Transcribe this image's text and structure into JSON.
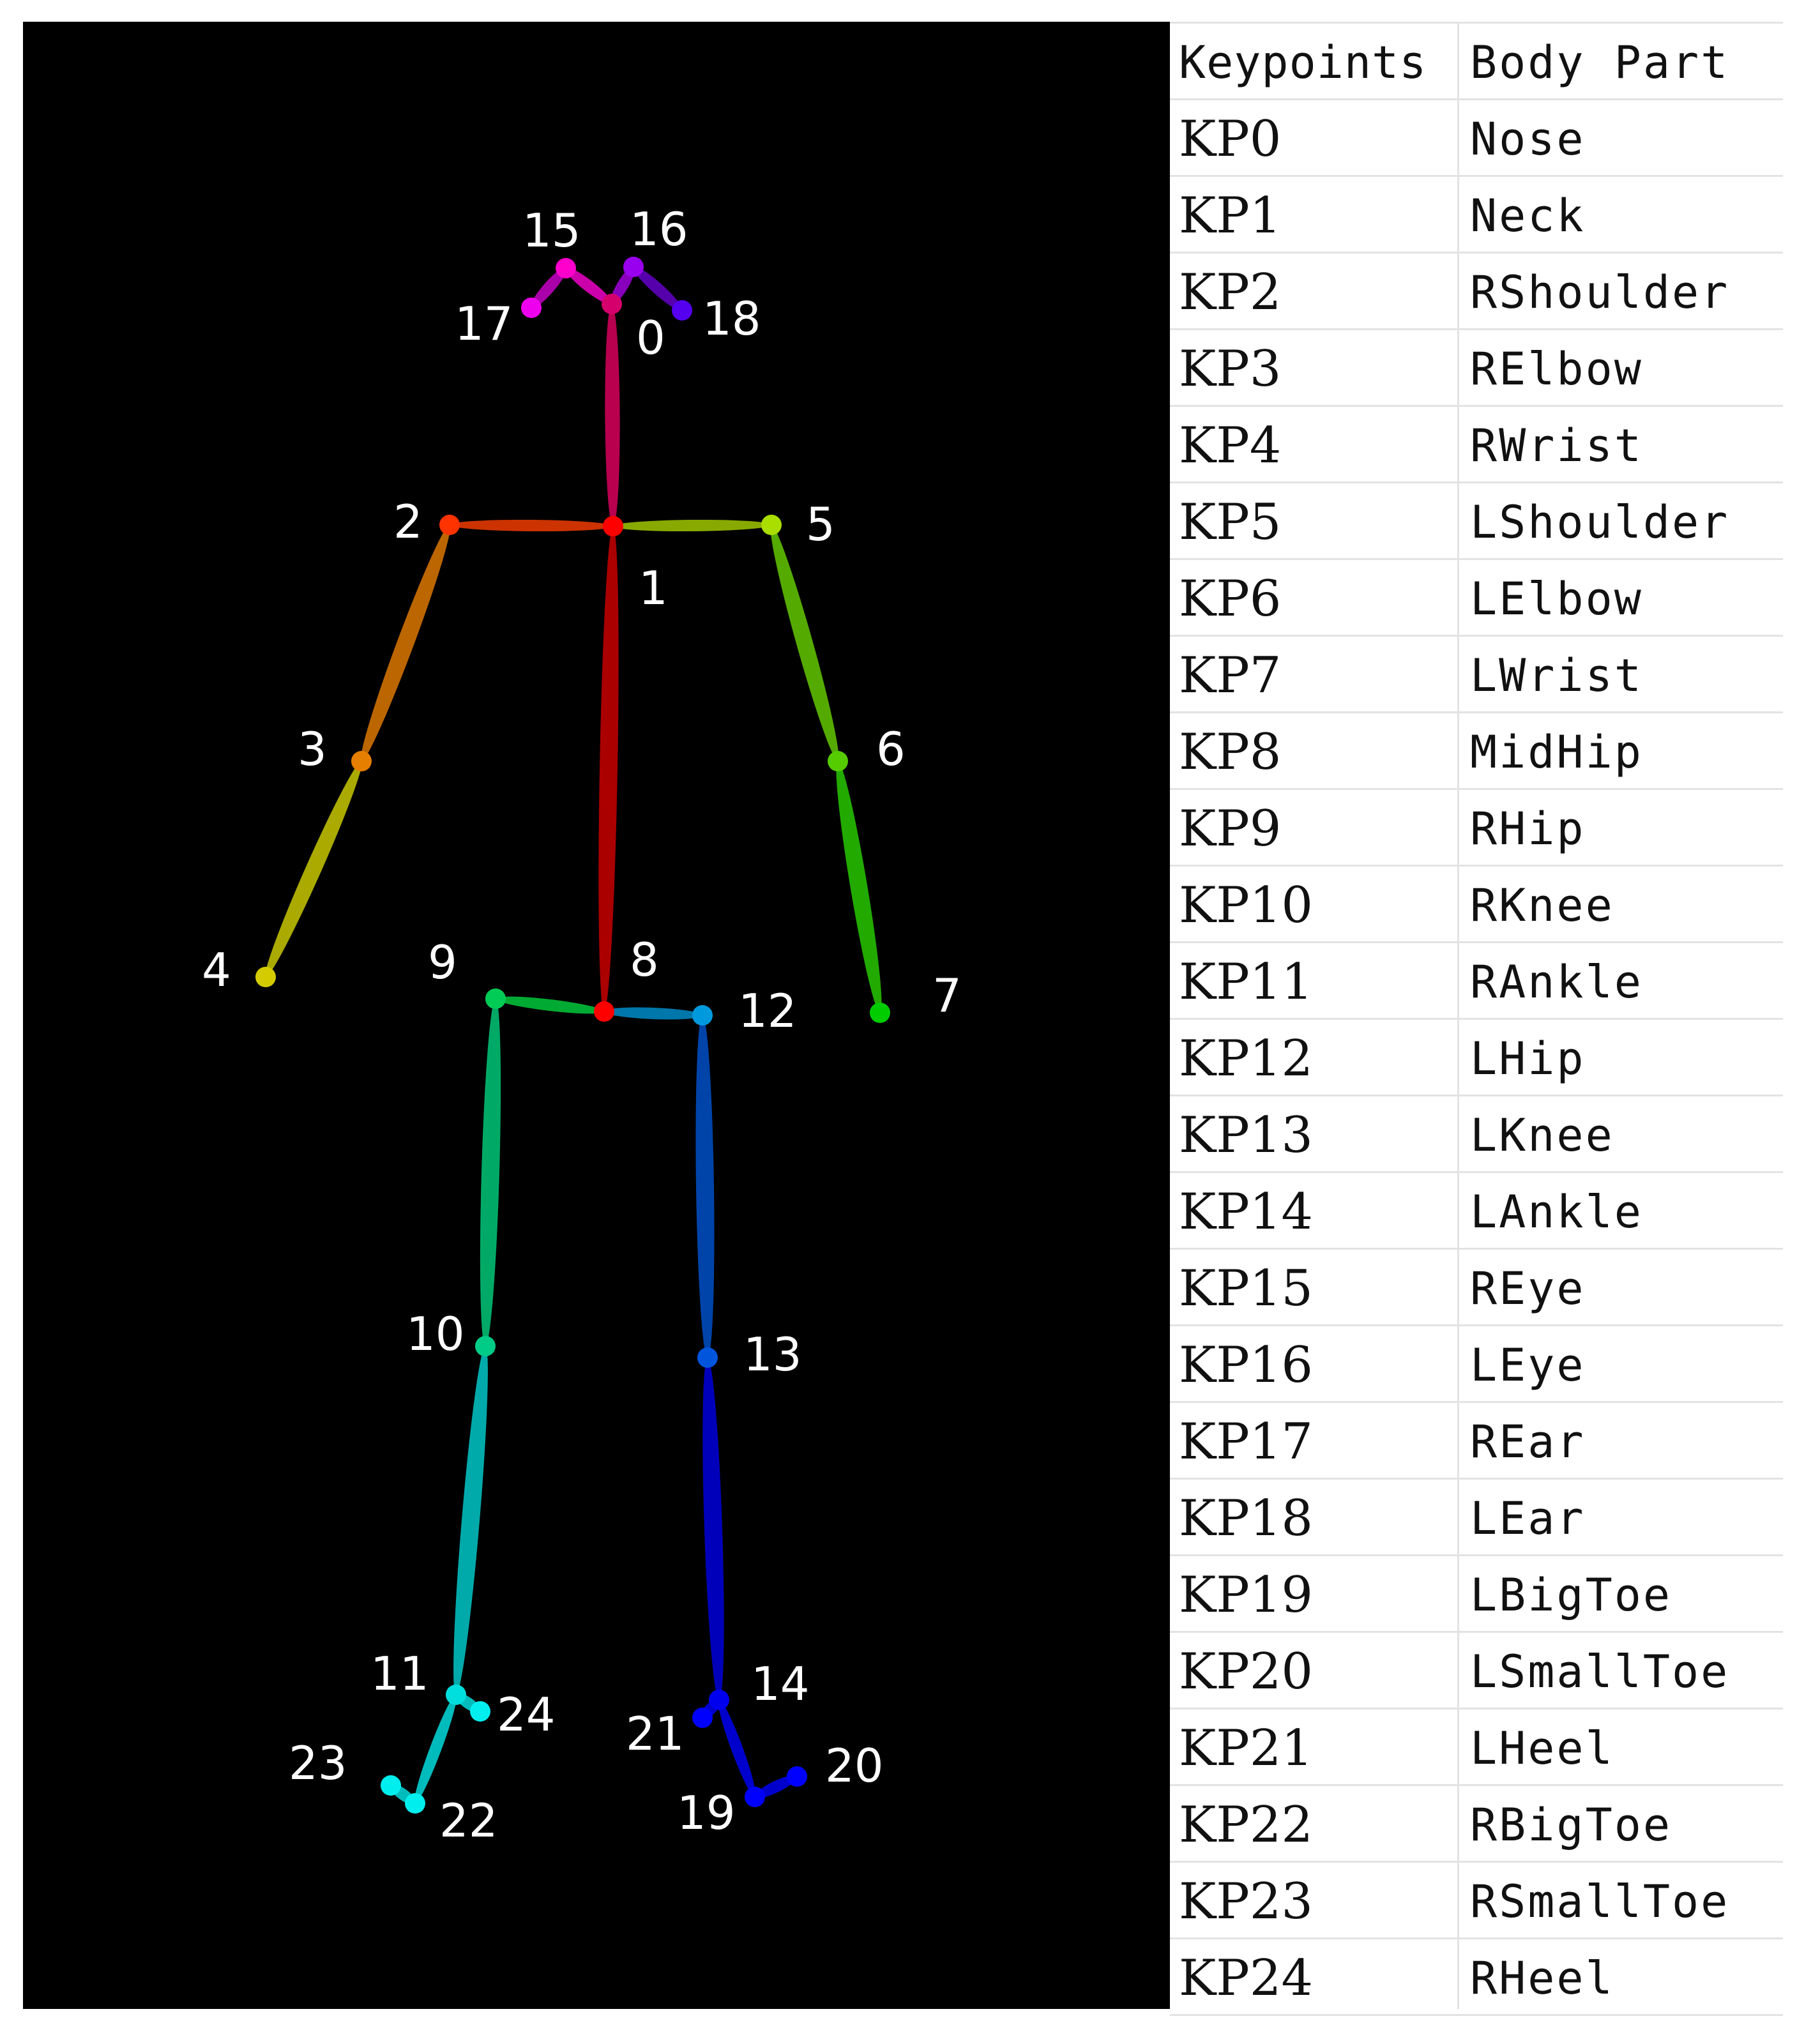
{
  "table": {
    "header": {
      "keypoints": "Keypoints",
      "body_part": "Body Part"
    },
    "rows": [
      {
        "kp": "KP0",
        "part": "Nose"
      },
      {
        "kp": "KP1",
        "part": "Neck"
      },
      {
        "kp": "KP2",
        "part": "RShoulder"
      },
      {
        "kp": "KP3",
        "part": "RElbow"
      },
      {
        "kp": "KP4",
        "part": "RWrist"
      },
      {
        "kp": "KP5",
        "part": "LShoulder"
      },
      {
        "kp": "KP6",
        "part": "LElbow"
      },
      {
        "kp": "KP7",
        "part": "LWrist"
      },
      {
        "kp": "KP8",
        "part": "MidHip"
      },
      {
        "kp": "KP9",
        "part": "RHip"
      },
      {
        "kp": "KP10",
        "part": "RKnee"
      },
      {
        "kp": "KP11",
        "part": "RAnkle"
      },
      {
        "kp": "KP12",
        "part": "LHip"
      },
      {
        "kp": "KP13",
        "part": "LKnee"
      },
      {
        "kp": "KP14",
        "part": "LAnkle"
      },
      {
        "kp": "KP15",
        "part": "REye"
      },
      {
        "kp": "KP16",
        "part": "LEye"
      },
      {
        "kp": "KP17",
        "part": "REar"
      },
      {
        "kp": "KP18",
        "part": "LEar"
      },
      {
        "kp": "KP19",
        "part": "LBigToe"
      },
      {
        "kp": "KP20",
        "part": "LSmallToe"
      },
      {
        "kp": "KP21",
        "part": "LHeel"
      },
      {
        "kp": "KP22",
        "part": "RBigToe"
      },
      {
        "kp": "KP23",
        "part": "RSmallToe"
      },
      {
        "kp": "KP24",
        "part": "RHeel"
      }
    ]
  },
  "skeleton": {
    "keypoints": [
      {
        "id": 0,
        "label": "0",
        "color": "#d5006b"
      },
      {
        "id": 1,
        "label": "1",
        "color": "#ff0000"
      },
      {
        "id": 2,
        "label": "2",
        "color": "#ff3300"
      },
      {
        "id": 3,
        "label": "3",
        "color": "#e67e00"
      },
      {
        "id": 4,
        "label": "4",
        "color": "#d4cc00"
      },
      {
        "id": 5,
        "label": "5",
        "color": "#aadd00"
      },
      {
        "id": 6,
        "label": "6",
        "color": "#55cc00"
      },
      {
        "id": 7,
        "label": "7",
        "color": "#00cc00"
      },
      {
        "id": 8,
        "label": "8",
        "color": "#ff0000"
      },
      {
        "id": 9,
        "label": "9",
        "color": "#00cc55"
      },
      {
        "id": 10,
        "label": "10",
        "color": "#00cc88"
      },
      {
        "id": 11,
        "label": "11",
        "color": "#00dddd"
      },
      {
        "id": 12,
        "label": "12",
        "color": "#0099dd"
      },
      {
        "id": 13,
        "label": "13",
        "color": "#0055dd"
      },
      {
        "id": 14,
        "label": "14",
        "color": "#0000ee"
      },
      {
        "id": 15,
        "label": "15",
        "color": "#ff00cc"
      },
      {
        "id": 16,
        "label": "16",
        "color": "#9900ee"
      },
      {
        "id": 17,
        "label": "17",
        "color": "#ee00ee"
      },
      {
        "id": 18,
        "label": "18",
        "color": "#5500ee"
      },
      {
        "id": 19,
        "label": "19",
        "color": "#0000ff"
      },
      {
        "id": 20,
        "label": "20",
        "color": "#0000ff"
      },
      {
        "id": 21,
        "label": "21",
        "color": "#0000ff"
      },
      {
        "id": 22,
        "label": "22",
        "color": "#00eeee"
      },
      {
        "id": 23,
        "label": "23",
        "color": "#00eeee"
      },
      {
        "id": 24,
        "label": "24",
        "color": "#00eeee"
      }
    ],
    "bones": [
      {
        "from": 1,
        "to": 0,
        "color": "#b8004f"
      },
      {
        "from": 1,
        "to": 2,
        "color": "#cc3300"
      },
      {
        "from": 1,
        "to": 5,
        "color": "#88aa00"
      },
      {
        "from": 2,
        "to": 3,
        "color": "#bb6600"
      },
      {
        "from": 3,
        "to": 4,
        "color": "#aaaa00"
      },
      {
        "from": 5,
        "to": 6,
        "color": "#55aa00"
      },
      {
        "from": 6,
        "to": 7,
        "color": "#22aa00"
      },
      {
        "from": 1,
        "to": 8,
        "color": "#aa0000"
      },
      {
        "from": 8,
        "to": 9,
        "color": "#00aa33"
      },
      {
        "from": 9,
        "to": 10,
        "color": "#00aa66"
      },
      {
        "from": 10,
        "to": 11,
        "color": "#00aaaa"
      },
      {
        "from": 8,
        "to": 12,
        "color": "#0077aa"
      },
      {
        "from": 12,
        "to": 13,
        "color": "#0044aa"
      },
      {
        "from": 13,
        "to": 14,
        "color": "#0000bb"
      },
      {
        "from": 0,
        "to": 15,
        "color": "#cc00aa"
      },
      {
        "from": 0,
        "to": 16,
        "color": "#8800bb"
      },
      {
        "from": 15,
        "to": 17,
        "color": "#aa00aa"
      },
      {
        "from": 16,
        "to": 18,
        "color": "#5500aa"
      },
      {
        "from": 14,
        "to": 19,
        "color": "#0000cc"
      },
      {
        "from": 19,
        "to": 20,
        "color": "#0000cc"
      },
      {
        "from": 14,
        "to": 21,
        "color": "#0000cc"
      },
      {
        "from": 11,
        "to": 22,
        "color": "#00bbbb"
      },
      {
        "from": 22,
        "to": 23,
        "color": "#00bbbb"
      },
      {
        "from": 11,
        "to": 24,
        "color": "#00bbbb"
      }
    ]
  }
}
